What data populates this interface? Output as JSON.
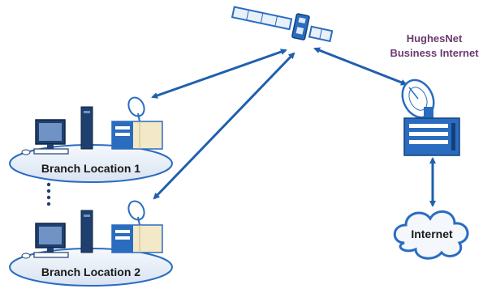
{
  "labels": {
    "hughesnet_line1": "HughesNet",
    "hughesnet_line2": "Business Internet",
    "branch1": "Branch Location 1",
    "branch2": "Branch Location 2",
    "internet": "Internet"
  },
  "colors": {
    "arrow": "#1f5fae",
    "equipment_blue": "#2a6cc0",
    "equipment_light": "#dfe8f4",
    "platform_fill": "#eef3fa",
    "label_purple": "#6a3a6e",
    "label_dark": "#1a1a1a"
  }
}
